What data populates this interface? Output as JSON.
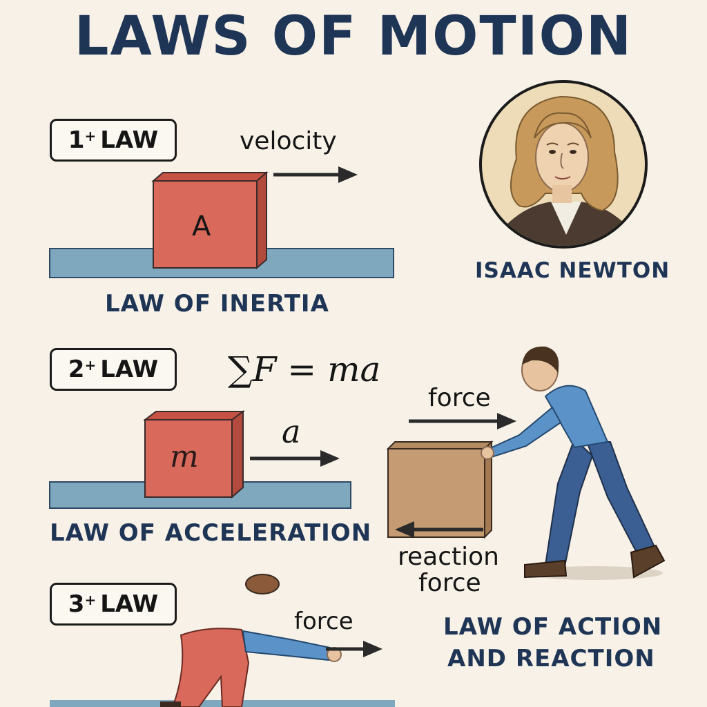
{
  "title": "LAWS OF MOTION",
  "law1": {
    "badge_num": "1",
    "badge_sup": "+",
    "badge_word": "LAW",
    "arrow_label": "velocity",
    "block_label": "A",
    "caption": "LAW OF INERTIA"
  },
  "portrait": {
    "name": "ISAAC NEWTON"
  },
  "law2": {
    "badge_num": "2",
    "badge_sup": "+",
    "badge_word": "LAW",
    "formula": "∑F = ma",
    "block_label": "m",
    "arrow_label": "a",
    "caption": "LAW OF ACCELERATION",
    "push_force_label": "force",
    "reaction_label_line1": "reaction",
    "reaction_label_line2": "force"
  },
  "law3": {
    "badge_num": "3",
    "badge_sup": "+",
    "badge_word": "LAW",
    "arrow_label": "force",
    "caption_line1": "LAW OF ACTION",
    "caption_line2": "AND REACTION"
  },
  "colors": {
    "title": "#1f3556",
    "block_red": "#d9695a",
    "ground_blue": "#7fa7bd",
    "crate_brown": "#c49b72",
    "shirt_blue": "#5b93c9",
    "jeans_blue": "#3b5f93"
  }
}
